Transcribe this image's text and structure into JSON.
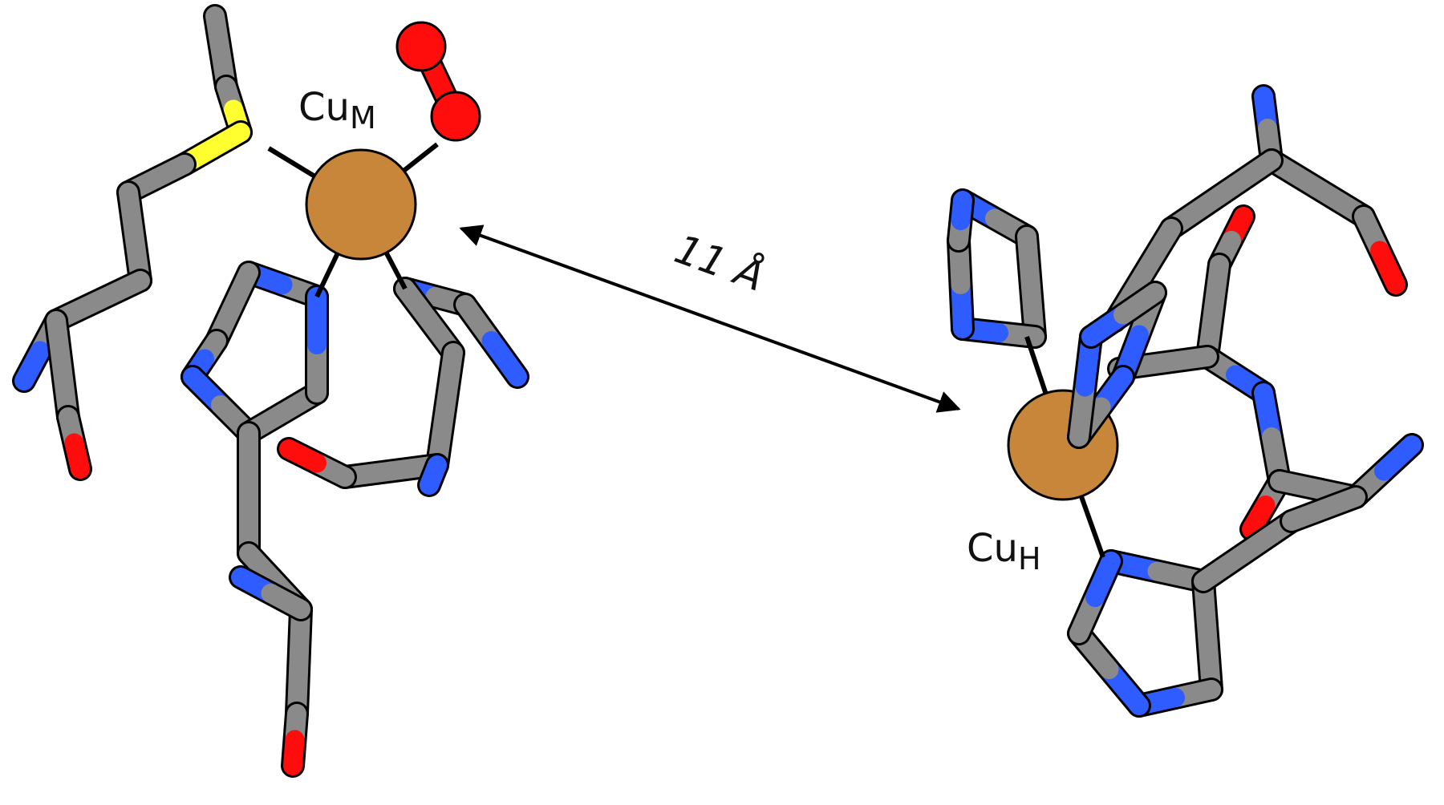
{
  "labels": {
    "cu_m": {
      "main": "Cu",
      "sub": "M"
    },
    "cu_h": {
      "main": "Cu",
      "sub": "H"
    },
    "distance": "11 Å"
  },
  "colors": {
    "carbon": "#8a8a8a",
    "nitrogen": "#2e5cff",
    "oxygen": "#ff0d0d",
    "sulfur": "#ffff30",
    "copper": "#c8863a",
    "outline": "#000000",
    "background": "#ffffff"
  }
}
